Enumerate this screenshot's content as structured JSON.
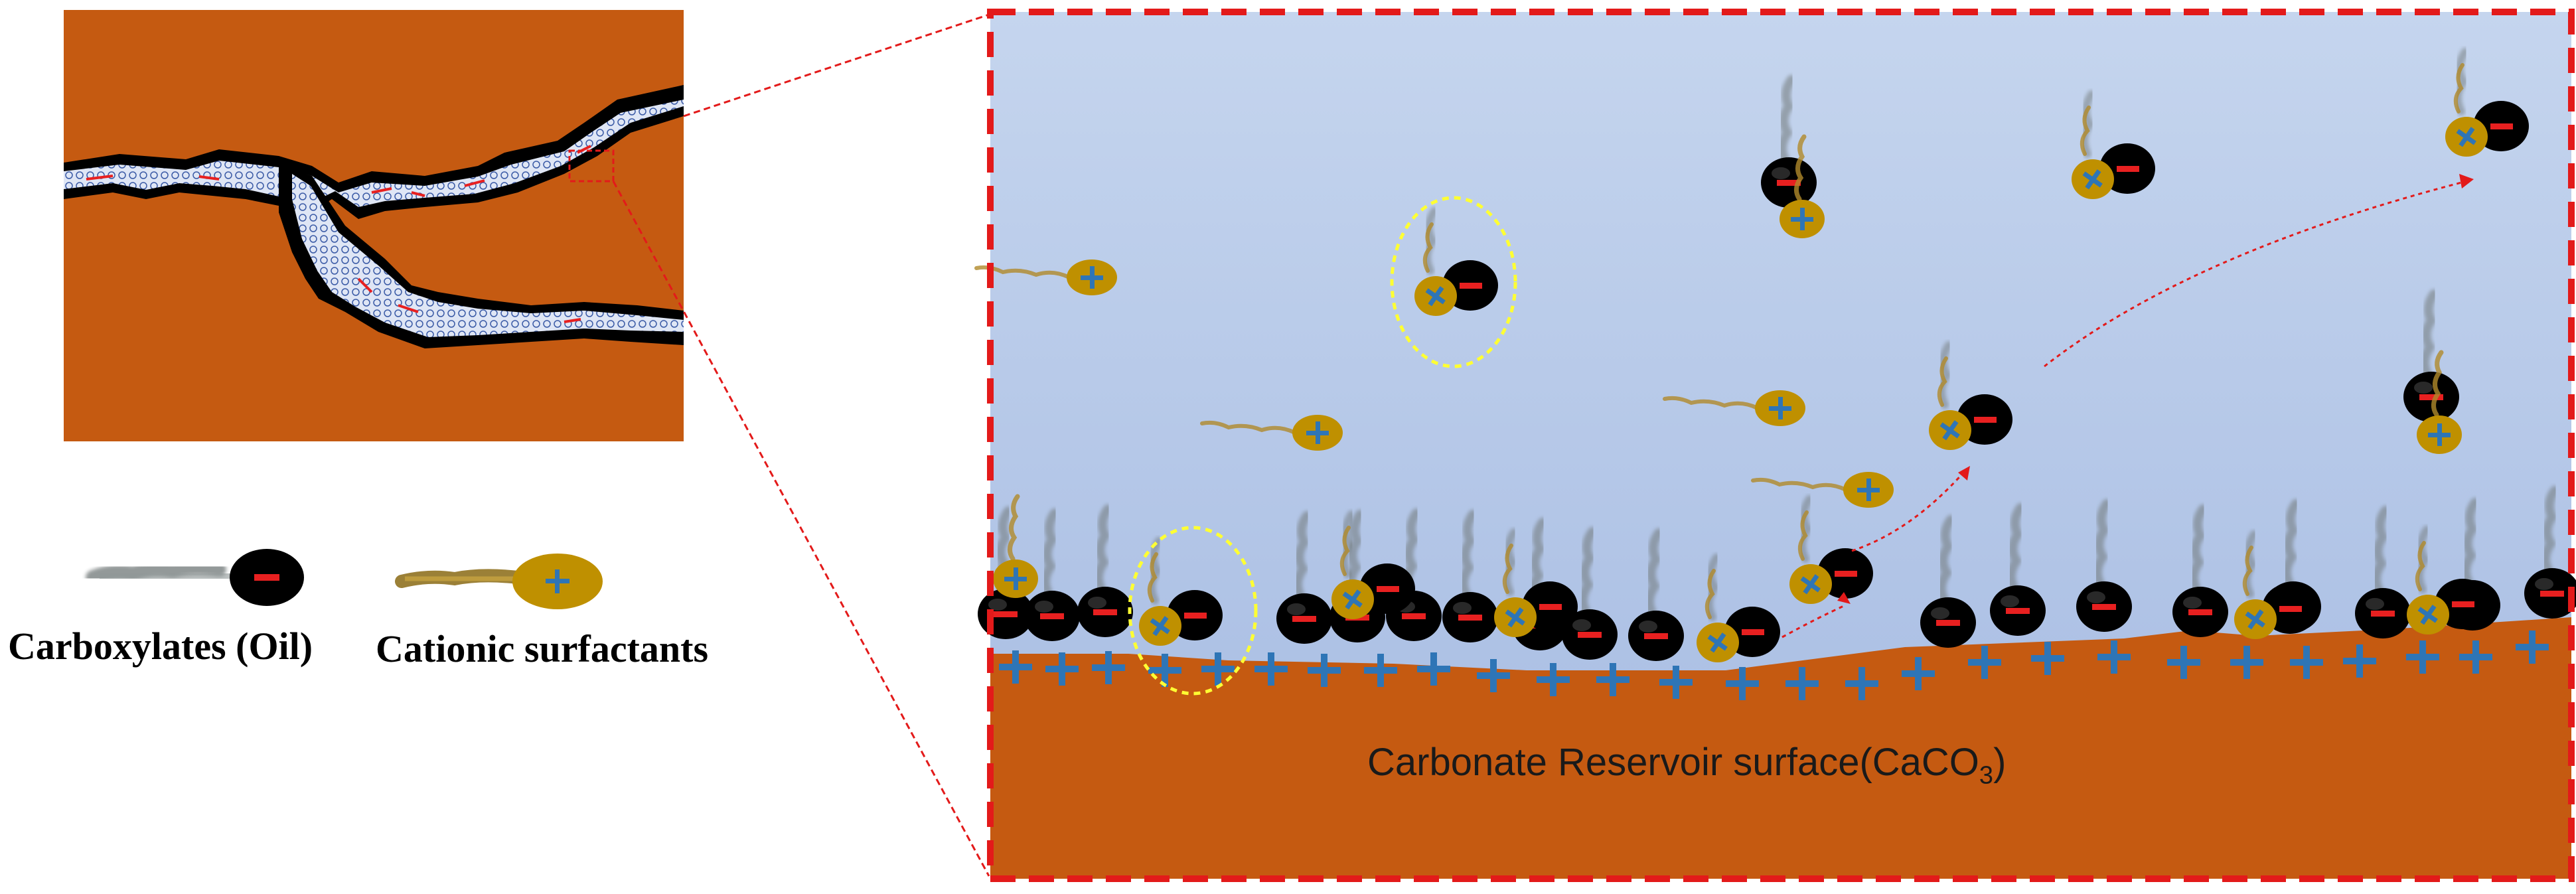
{
  "legend": {
    "carboxylates_label": "Carboxylates (Oil)",
    "cationic_label": "Cationic surfactants"
  },
  "surface": {
    "label_main": "Carbonate Reservoir surface(CaCO",
    "label_sub": "3",
    "label_close": ")"
  },
  "colors": {
    "rock": "#C55A11",
    "water_top": "#C5D5EE",
    "water_bottom": "#A6BBE2",
    "frame_red": "#E31A1A",
    "plus_blue": "#2E75B6",
    "minus_red": "#E82020",
    "cationic_head": "#BF9000",
    "anion_head": "#000000",
    "highlight_yellow": "#FFFF33"
  },
  "icons": [
    "carboxylate-molecule-icon",
    "cationic-surfactant-icon",
    "plus-charge-icon",
    "minus-charge-icon"
  ]
}
